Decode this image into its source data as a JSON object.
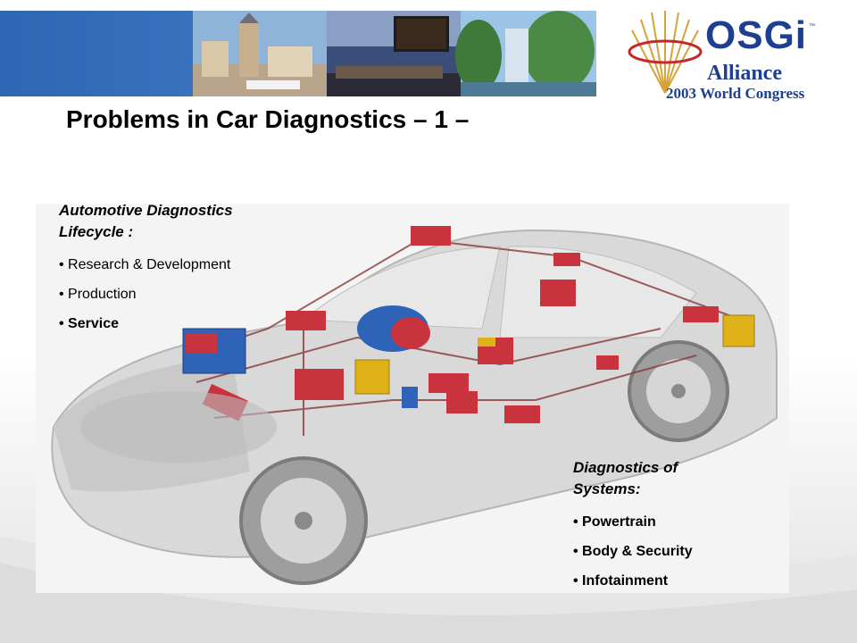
{
  "slide": {
    "title": "Problems in Car Diagnostics – 1 –"
  },
  "logo": {
    "word": "OSGi",
    "tm": "™",
    "alliance": "Alliance",
    "congress": "2003 World Congress"
  },
  "lifecycle": {
    "heading_line1": "Automotive Diagnostics",
    "heading_line2": "Lifecycle :",
    "items": [
      "• Research & Development",
      "• Production",
      "• Service"
    ]
  },
  "systems": {
    "heading_line1": "Diagnostics of",
    "heading_line2": "Systems:",
    "items": [
      "• Powertrain",
      "• Body & Security",
      "• Infotainment"
    ]
  },
  "colors": {
    "banner_blue": "#3b74c0",
    "logo_blue": "#1c3f8f",
    "logo_gold": "#d4a33a",
    "component_red": "#c9333d",
    "component_yellow": "#e0b21a",
    "component_blue": "#2f63b8"
  }
}
